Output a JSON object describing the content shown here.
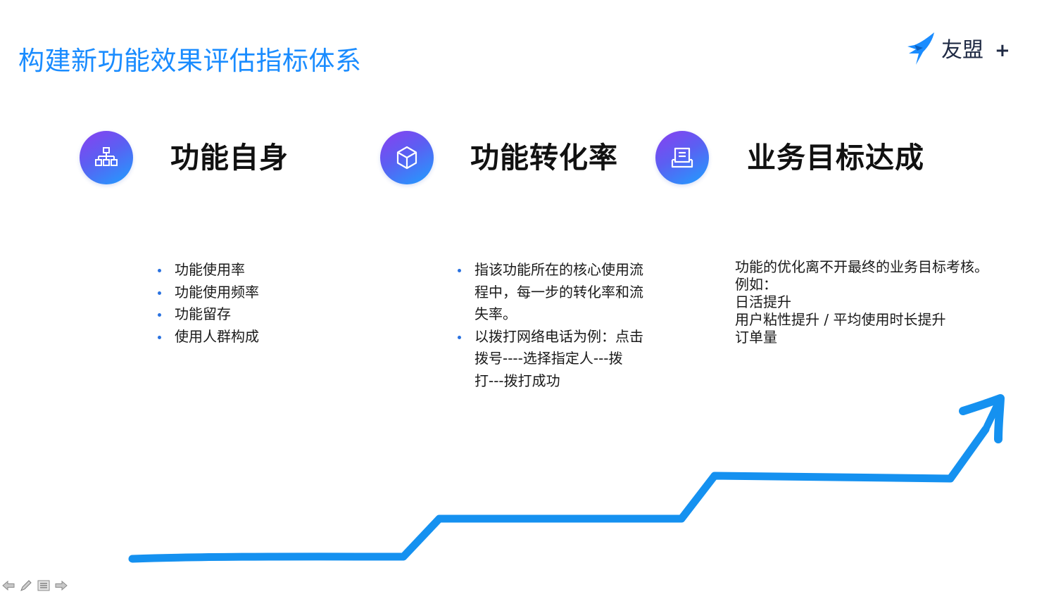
{
  "slide": {
    "title": "构建新功能效果评估指标体系"
  },
  "logo": {
    "text": "友盟",
    "plus": "+",
    "icon": "umeng-bird-icon"
  },
  "sections": [
    {
      "heading": "功能自身",
      "icon": "hierarchy-icon",
      "bullets": [
        "功能使用率",
        "功能使用频率",
        "功能留存",
        "使用人群构成"
      ]
    },
    {
      "heading": "功能转化率",
      "icon": "cube-icon",
      "bullets": [
        "指该功能所在的核心使用流程中，每一步的转化率和流失率。",
        "以拨打网络电话为例：点击拨号----选择指定人---拨打---拨打成功"
      ],
      "bullet_lines": [
        [
          "指该功能所在的核心使用流",
          "程中，每一步的转化率和流",
          "失率。"
        ],
        [
          "以拨打网络电话为例：点击",
          "拨号----选择指定人---拨",
          "打---拨打成功"
        ]
      ]
    },
    {
      "heading": "业务目标达成",
      "icon": "document-icon",
      "lines": [
        "功能的优化离不开最终的业务目标考核。",
        "例如：",
        "日活提升",
        "用户粘性提升 / 平均使用时长提升",
        "订单量"
      ]
    }
  ],
  "colors": {
    "title": "#1a8cff",
    "accent": "#1a8cff",
    "stair_arrow": "#1591f0",
    "icon_gradient_start": "#8a3ff0",
    "icon_gradient_end": "#1ea0ff"
  },
  "toolbar": {
    "icons": [
      "arrow-left-icon",
      "pen-icon",
      "menu-icon",
      "arrow-right-icon"
    ]
  }
}
